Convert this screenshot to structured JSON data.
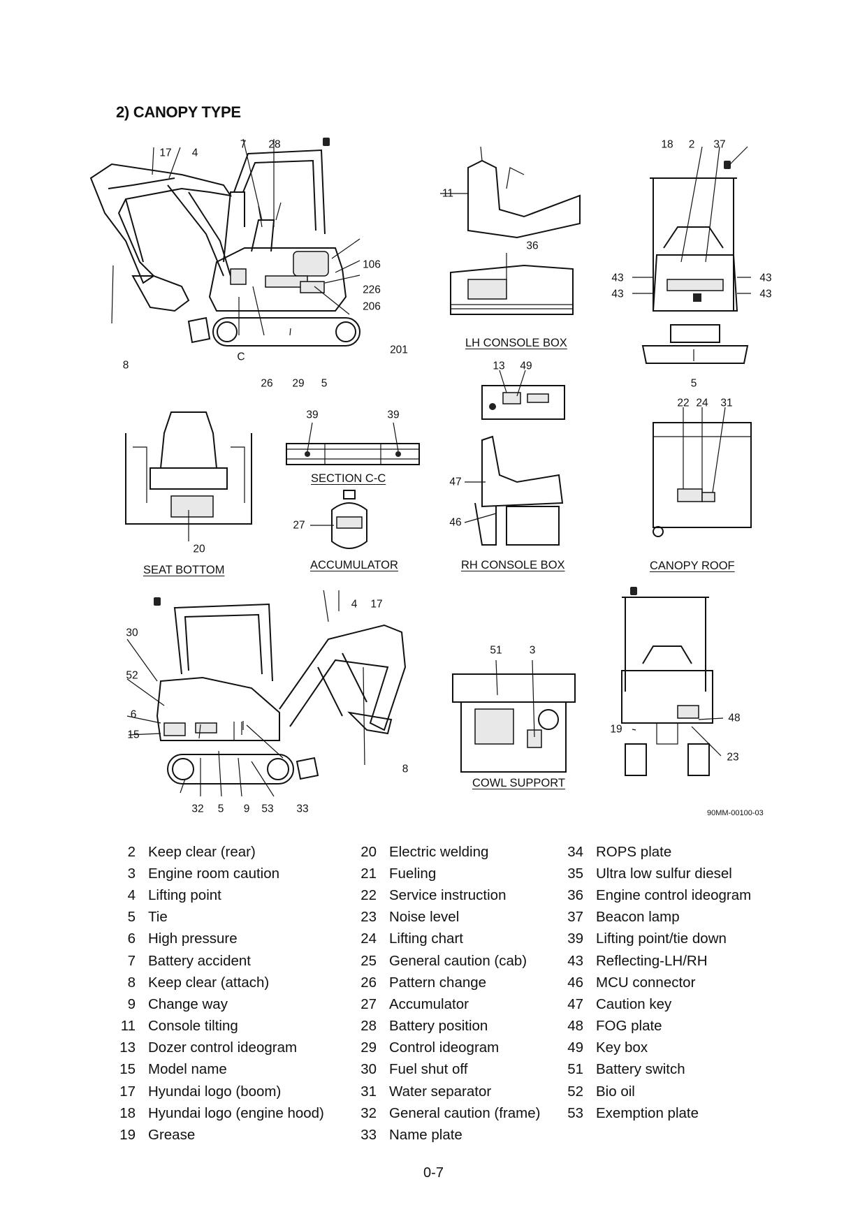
{
  "section_title": "2) CANOPY TYPE",
  "figure_id": "90MM-00100-03",
  "page_number": "0-7",
  "captions": {
    "lh_console_box": "LH CONSOLE BOX",
    "section_cc": "SECTION C-C",
    "seat_bottom": "SEAT BOTTOM",
    "accumulator": "ACCUMULATOR",
    "rh_console_box": "RH CONSOLE BOX",
    "canopy_roof": "CANOPY ROOF",
    "cowl_support": "COWL SUPPORT",
    "section_marker": "C"
  },
  "callouts": {
    "side_left": [
      "17",
      "4",
      "7",
      "28",
      "106",
      "226",
      "206",
      "201",
      "8",
      "26",
      "29",
      "5"
    ],
    "lh_console": [
      "11",
      "36"
    ],
    "front": [
      "18",
      "2",
      "37",
      "43",
      "43",
      "43",
      "43",
      "5"
    ],
    "rh_console_top": [
      "13",
      "49"
    ],
    "seat_bottom": [
      "20"
    ],
    "section_cc": [
      "39",
      "39"
    ],
    "accumulator": [
      "27"
    ],
    "rh_console": [
      "47",
      "46"
    ],
    "canopy_roof": [
      "22",
      "24",
      "31"
    ],
    "side_right": [
      "4",
      "17",
      "30",
      "52",
      "6",
      "15",
      "8",
      "32",
      "5",
      "9",
      "53",
      "33"
    ],
    "cowl_support": [
      "51",
      "3"
    ],
    "rear": [
      "48",
      "19",
      "23"
    ]
  },
  "legend": [
    [
      {
        "num": "2",
        "label": "Keep clear (rear)"
      },
      {
        "num": "3",
        "label": "Engine room caution"
      },
      {
        "num": "4",
        "label": "Lifting point"
      },
      {
        "num": "5",
        "label": "Tie"
      },
      {
        "num": "6",
        "label": "High pressure"
      },
      {
        "num": "7",
        "label": "Battery accident"
      },
      {
        "num": "8",
        "label": "Keep clear (attach)"
      },
      {
        "num": "9",
        "label": "Change way"
      },
      {
        "num": "11",
        "label": "Console tilting"
      },
      {
        "num": "13",
        "label": "Dozer control ideogram"
      },
      {
        "num": "15",
        "label": "Model name"
      },
      {
        "num": "17",
        "label": "Hyundai logo (boom)"
      },
      {
        "num": "18",
        "label": "Hyundai logo (engine hood)"
      },
      {
        "num": "19",
        "label": "Grease"
      }
    ],
    [
      {
        "num": "20",
        "label": "Electric welding"
      },
      {
        "num": "21",
        "label": "Fueling"
      },
      {
        "num": "22",
        "label": "Service instruction"
      },
      {
        "num": "23",
        "label": "Noise level"
      },
      {
        "num": "24",
        "label": "Lifting chart"
      },
      {
        "num": "25",
        "label": "General caution (cab)"
      },
      {
        "num": "26",
        "label": "Pattern change"
      },
      {
        "num": "27",
        "label": "Accumulator"
      },
      {
        "num": "28",
        "label": "Battery position"
      },
      {
        "num": "29",
        "label": "Control ideogram"
      },
      {
        "num": "30",
        "label": "Fuel shut off"
      },
      {
        "num": "31",
        "label": "Water separator"
      },
      {
        "num": "32",
        "label": "General caution (frame)"
      },
      {
        "num": "33",
        "label": "Name plate"
      }
    ],
    [
      {
        "num": "34",
        "label": "ROPS plate"
      },
      {
        "num": "35",
        "label": "Ultra low sulfur diesel"
      },
      {
        "num": "36",
        "label": "Engine control ideogram"
      },
      {
        "num": "37",
        "label": "Beacon lamp"
      },
      {
        "num": "39",
        "label": "Lifting point/tie down"
      },
      {
        "num": "43",
        "label": "Reflecting-LH/RH"
      },
      {
        "num": "46",
        "label": "MCU connector"
      },
      {
        "num": "47",
        "label": "Caution key"
      },
      {
        "num": "48",
        "label": "FOG plate"
      },
      {
        "num": "49",
        "label": "Key box"
      },
      {
        "num": "51",
        "label": "Battery switch"
      },
      {
        "num": "52",
        "label": "Bio oil"
      },
      {
        "num": "53",
        "label": "Exemption plate"
      }
    ]
  ]
}
